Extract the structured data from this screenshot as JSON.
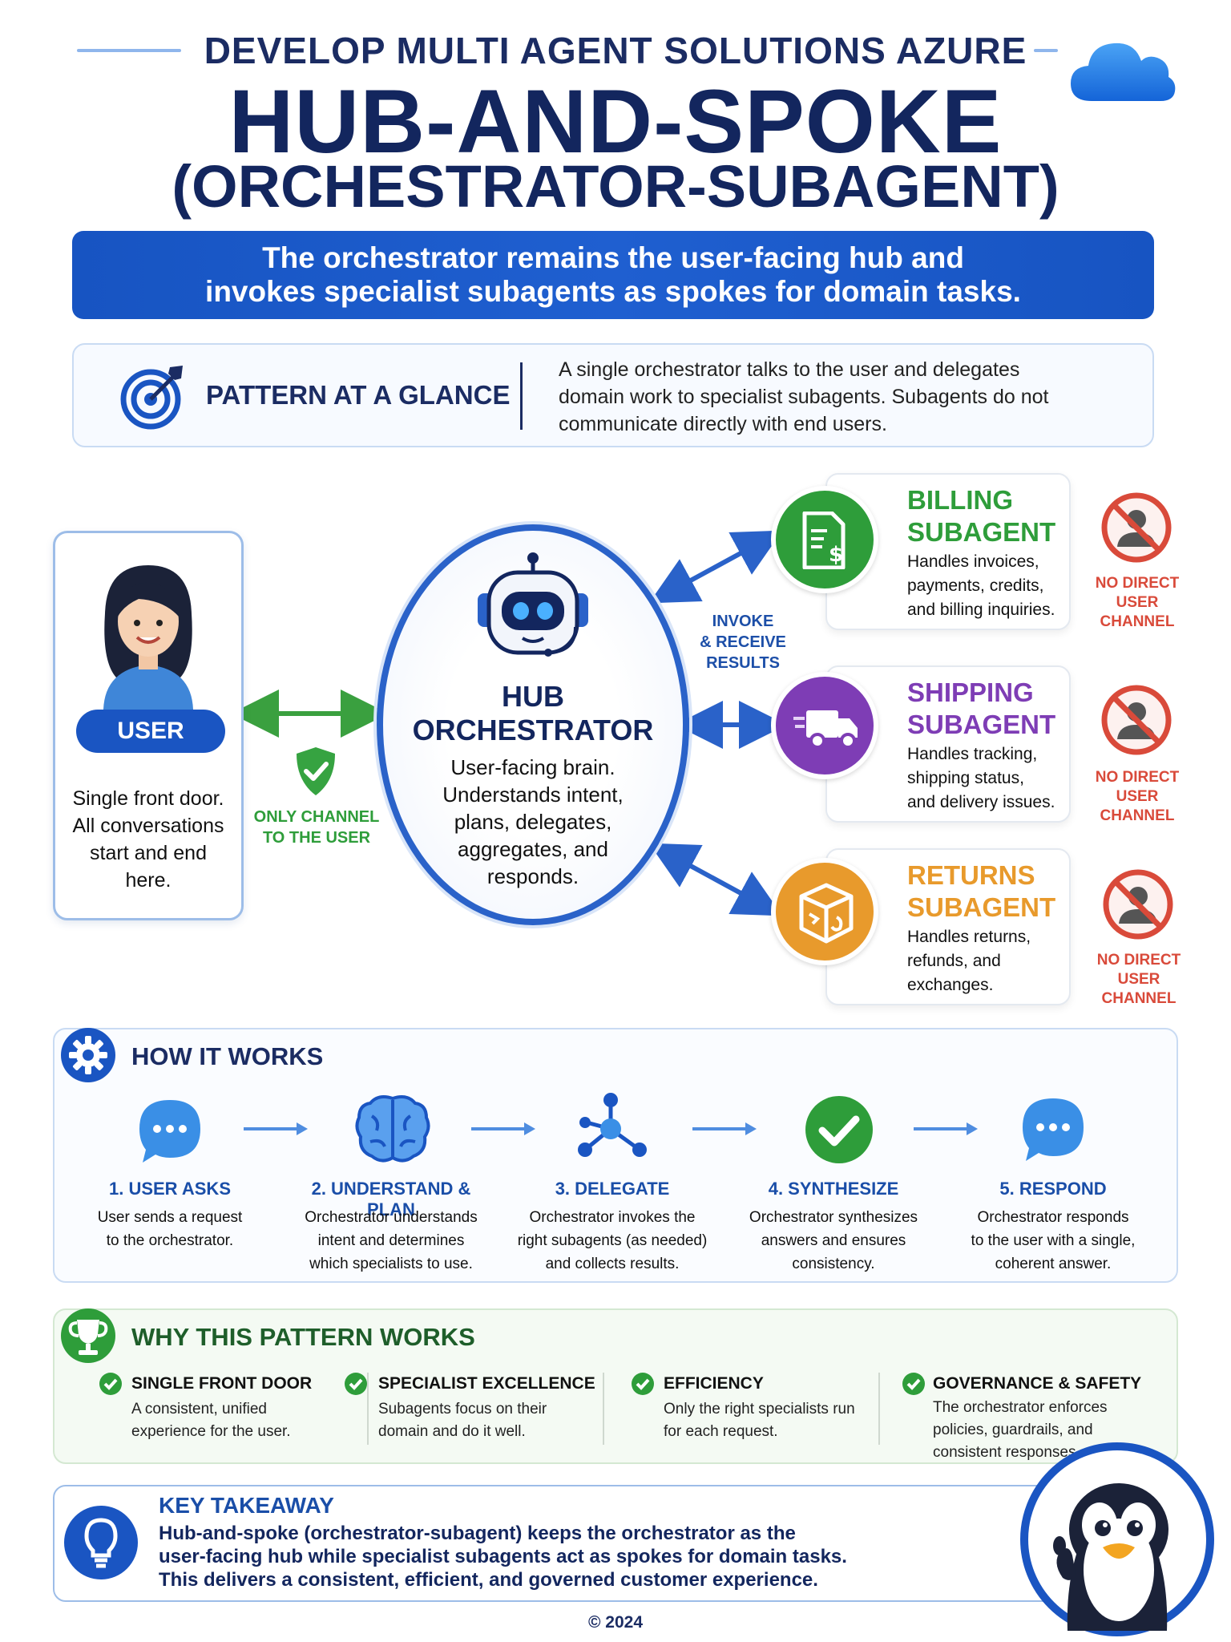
{
  "header": {
    "kicker": "DEVELOP MULTI AGENT SOLUTIONS AZURE",
    "title": "HUB-AND-SPOKE",
    "subtitle": "(ORCHESTRATOR-SUBAGENT)",
    "banner_line1": "The orchestrator remains the user-facing hub and",
    "banner_line2": "invokes specialist subagents as spokes for domain tasks."
  },
  "glance": {
    "title": "PATTERN AT A GLANCE",
    "text_line1": "A single orchestrator talks to the user and delegates",
    "text_line2": "domain work to specialist subagents. Subagents do not",
    "text_line3": "communicate directly with end users."
  },
  "diagram": {
    "user": {
      "label": "USER",
      "text_line1": "Single front door.",
      "text_line2": "All conversations",
      "text_line3": "start and end",
      "text_line4": "here."
    },
    "only_channel_line1": "ONLY CHANNEL",
    "only_channel_line2": "TO THE USER",
    "hub": {
      "title_line1": "HUB",
      "title_line2": "ORCHESTRATOR",
      "text_line1": "User-facing brain.",
      "text_line2": "Understands intent,",
      "text_line3": "plans, delegates,",
      "text_line4": "aggregates, and",
      "text_line5": "responds."
    },
    "invoke_line1": "INVOKE",
    "invoke_line2": "& RECEIVE",
    "invoke_line3": "RESULTS",
    "subagents": [
      {
        "title_line1": "BILLING",
        "title_line2": "SUBAGENT",
        "text_line1": "Handles invoices,",
        "text_line2": "payments, credits,",
        "text_line3": "and billing inquiries.",
        "color": "#2e9d3a",
        "icon": "invoice-icon"
      },
      {
        "title_line1": "SHIPPING",
        "title_line2": "SUBAGENT",
        "text_line1": "Handles tracking,",
        "text_line2": "shipping status,",
        "text_line3": "and delivery issues.",
        "color": "#7e3db5",
        "icon": "truck-icon"
      },
      {
        "title_line1": "RETURNS",
        "title_line2": "SUBAGENT",
        "text_line1": "Handles returns,",
        "text_line2": "refunds, and",
        "text_line3": "exchanges.",
        "color": "#e89a2c",
        "icon": "box-icon"
      }
    ],
    "no_direct_line1": "NO DIRECT",
    "no_direct_line2": "USER",
    "no_direct_line3": "CHANNEL"
  },
  "how": {
    "title": "HOW IT WORKS",
    "steps": [
      {
        "title": "1. USER ASKS",
        "line1": "User sends a request",
        "line2": "to the orchestrator.",
        "line3": "",
        "icon": "chat-icon"
      },
      {
        "title": "2. UNDERSTAND & PLAN",
        "line1": "Orchestrator understands",
        "line2": "intent and determines",
        "line3": "which specialists to use.",
        "icon": "brain-icon"
      },
      {
        "title": "3. DELEGATE",
        "line1": "Orchestrator invokes the",
        "line2": "right subagents (as needed)",
        "line3": "and collects results.",
        "icon": "network-icon"
      },
      {
        "title": "4. SYNTHESIZE",
        "line1": "Orchestrator synthesizes",
        "line2": "answers and ensures",
        "line3": "consistency.",
        "icon": "check-circle-icon"
      },
      {
        "title": "5. RESPOND",
        "line1": "Orchestrator responds",
        "line2": "to the user with a single,",
        "line3": "coherent answer.",
        "icon": "chat-icon"
      }
    ]
  },
  "why": {
    "title": "WHY THIS PATTERN WORKS",
    "items": [
      {
        "title": "SINGLE FRONT DOOR",
        "line1": "A consistent, unified",
        "line2": "experience for the user.",
        "line3": ""
      },
      {
        "title": "SPECIALIST EXCELLENCE",
        "line1": "Subagents focus on their",
        "line2": "domain and do it well.",
        "line3": ""
      },
      {
        "title": "EFFICIENCY",
        "line1": "Only the right specialists run",
        "line2": "for each request.",
        "line3": ""
      },
      {
        "title": "GOVERNANCE & SAFETY",
        "line1": "The orchestrator enforces",
        "line2": "policies, guardrails, and",
        "line3": "consistent responses."
      }
    ]
  },
  "key": {
    "title": "KEY TAKEAWAY",
    "line1": "Hub-and-spoke (orchestrator-subagent) keeps the orchestrator as the",
    "line2": "user-facing hub while specialist subagents act as spokes for domain tasks.",
    "line3": "This delivers a consistent, efficient, and governed customer experience."
  },
  "footer": "© 2024",
  "colors": {
    "navy": "#13265e",
    "brand_blue": "#1a55c2",
    "green": "#2e9d3a",
    "purple": "#7e3db5",
    "orange": "#e89a2c",
    "red": "#d94a3a"
  }
}
